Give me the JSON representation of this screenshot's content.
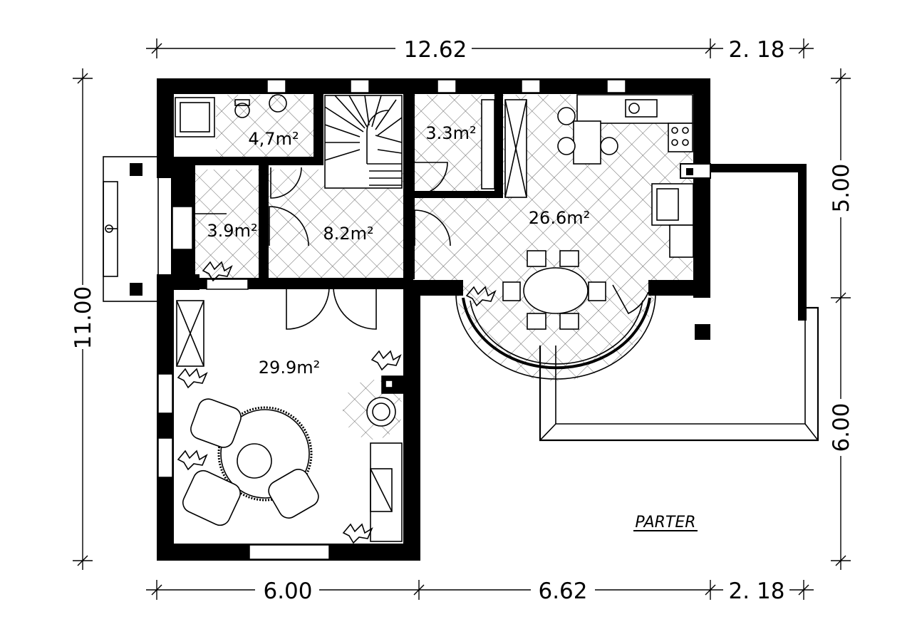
{
  "plan": {
    "title": "PARTER",
    "dimensions": {
      "top": [
        "12.62",
        "2. 18"
      ],
      "bottom": [
        "6.00",
        "6.62",
        "2. 18"
      ],
      "left": [
        "11.00"
      ],
      "right": [
        "5.00",
        "6.00"
      ]
    },
    "rooms": [
      {
        "id": "bathroom",
        "area": "4,7m²"
      },
      {
        "id": "pantry",
        "area": "3.3m²"
      },
      {
        "id": "wc",
        "area": "3.9m²"
      },
      {
        "id": "hall",
        "area": "8.2m²"
      },
      {
        "id": "kitchen-dining",
        "area": "26.6m²"
      },
      {
        "id": "living-room",
        "area": "29.9m²"
      }
    ]
  }
}
